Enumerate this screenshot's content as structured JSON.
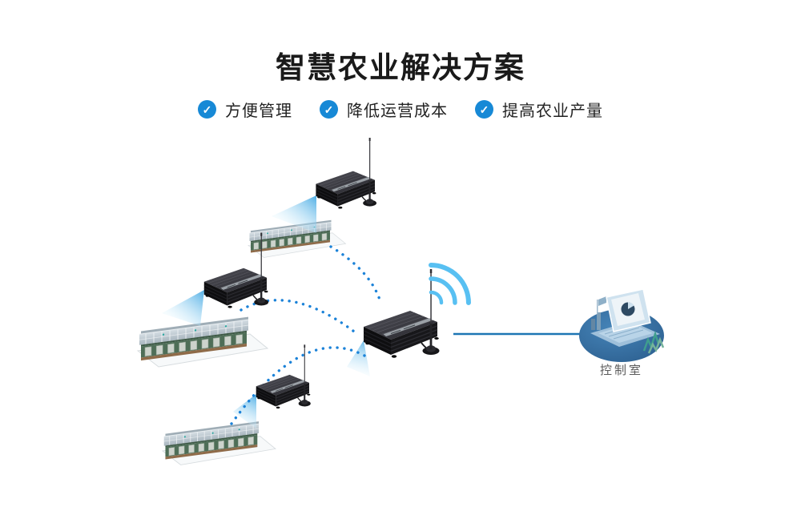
{
  "theme": {
    "colors": {
      "title_text": "#1a1a1a",
      "feature_text": "#222222",
      "accent_blue": "#1789d6",
      "dot_blue": "#1b82d8",
      "beam_blue": "#6fc8f4",
      "wifi_blue": "#58c0f2",
      "line_blue": "#1d76b4",
      "disc_blue": "#336d9e",
      "label_gray": "#5a5a5a"
    }
  },
  "header": {
    "title": "智慧农业解决方案",
    "features": [
      {
        "icon": "check-circle-icon",
        "glyph": "✓",
        "label": "方便管理"
      },
      {
        "icon": "check-circle-icon",
        "glyph": "✓",
        "label": "降低运营成本"
      },
      {
        "icon": "check-circle-icon",
        "glyph": "✓",
        "label": "提高农业产量"
      }
    ]
  },
  "diagram": {
    "greenhouse_icons": [
      "greenhouse-1",
      "greenhouse-2",
      "greenhouse-3"
    ],
    "device_icons": [
      "dtu-device-1",
      "dtu-device-2",
      "dtu-device-3",
      "gateway-device"
    ],
    "wifi_icon": "wifi-signal-icon",
    "connections": [
      "greenhouse-1 to gateway (dotted wireless link)",
      "dtu-device-2 to gateway (dotted wireless link)",
      "greenhouse-3 to gateway (dotted wireless link)",
      "gateway to control-room (wired line)"
    ],
    "control_room": {
      "icon": "control-room-laptop-icon",
      "label": "控制室"
    }
  }
}
